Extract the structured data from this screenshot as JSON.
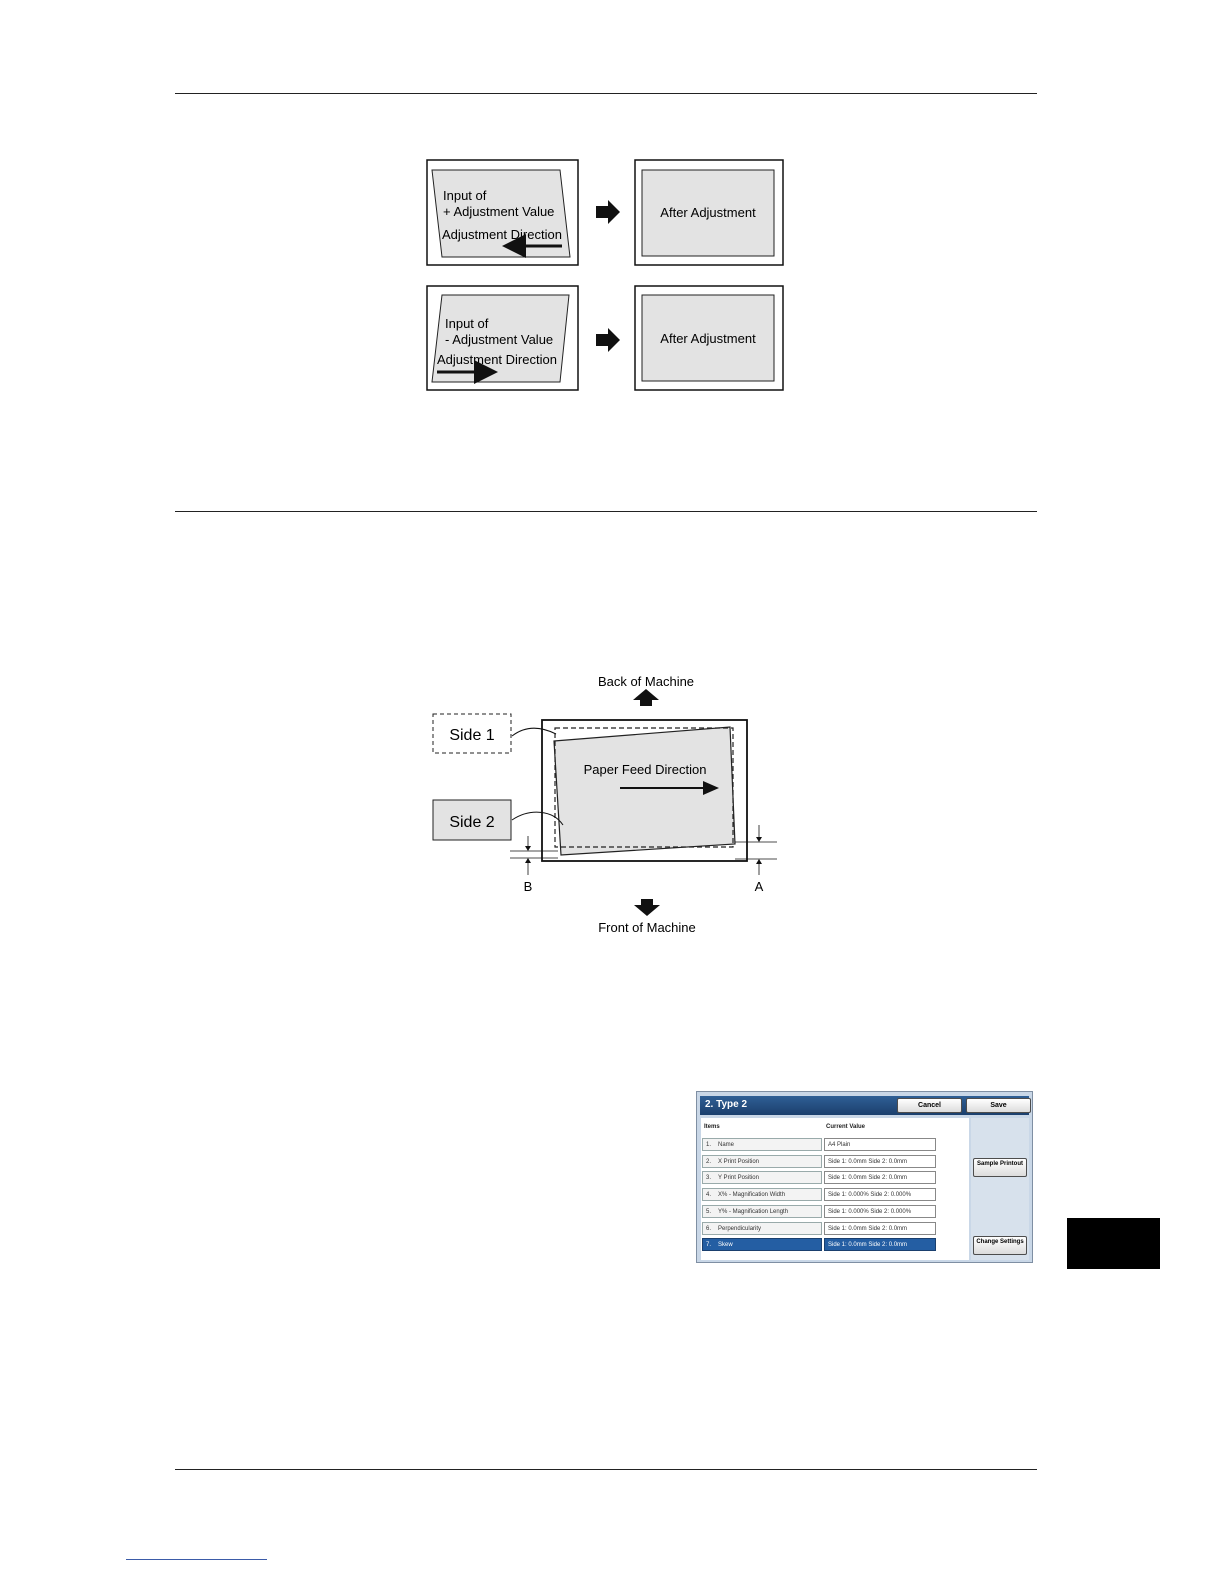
{
  "figure1": {
    "plus_box": {
      "line1": "Input of",
      "line2": "+ Adjustment Value",
      "direction_label": "Adjustment Direction"
    },
    "minus_box": {
      "line1": "Input of",
      "line2": "- Adjustment Value",
      "direction_label": "Adjustment Direction"
    },
    "after_label": "After Adjustment"
  },
  "figure2": {
    "back_label": "Back of Machine",
    "front_label": "Front of Machine",
    "side1_label": "Side 1",
    "side2_label": "Side 2",
    "feed_label": "Paper Feed Direction",
    "marker_b": "B",
    "marker_a": "A"
  },
  "ui": {
    "title": "2. Type 2",
    "cancel_button": "Cancel",
    "save_button": "Save",
    "col_items": "Items",
    "col_current": "Current Value",
    "rows": [
      {
        "num": "1.",
        "item": "Name",
        "value": "A4 Plain"
      },
      {
        "num": "2.",
        "item": "X Print Position",
        "value": "Side 1: 0.0mm  Side 2: 0.0mm"
      },
      {
        "num": "3.",
        "item": "Y Print Position",
        "value": "Side 1: 0.0mm  Side 2: 0.0mm"
      },
      {
        "num": "4.",
        "item": "X% - Magnification Width",
        "value": "Side 1: 0.000%  Side 2: 0.000%"
      },
      {
        "num": "5.",
        "item": "Y% - Magnification Length",
        "value": "Side 1: 0.000%  Side 2: 0.000%"
      },
      {
        "num": "6.",
        "item": "Perpendicularity",
        "value": "Side 1: 0.0mm  Side 2: 0.0mm"
      },
      {
        "num": "7.",
        "item": "Skew",
        "value": "Side 1: 0.0mm  Side 2: 0.0mm",
        "selected": true
      }
    ],
    "sample_printout_button": "Sample Printout",
    "change_settings_button": "Change Settings"
  }
}
